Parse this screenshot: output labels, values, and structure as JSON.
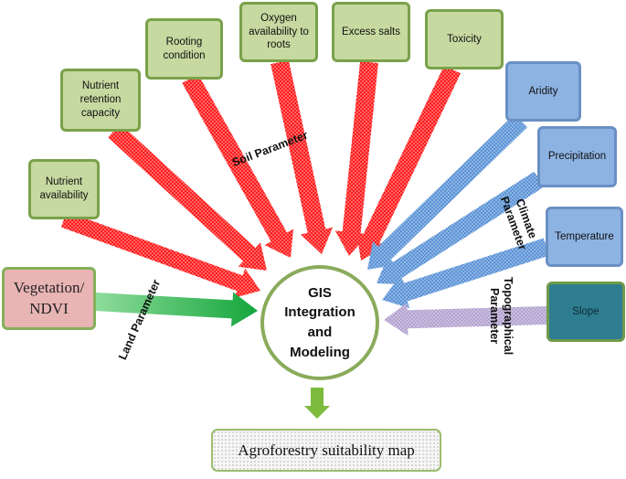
{
  "nodes": {
    "nutrient_availability": "Nutrient availability",
    "nutrient_retention": "Nutrient retention capacity",
    "rooting_condition": "Rooting condition",
    "oxygen": "Oxygen availability to roots",
    "excess_salts": "Excess salts",
    "toxicity": "Toxicity",
    "aridity": "Aridity",
    "precipitation": "Precipitation",
    "temperature": "Temperature",
    "slope": "Slope",
    "vegetation": "Vegetation/ NDVI"
  },
  "center": {
    "line1": "GIS",
    "line2": "Integration",
    "line3": "and",
    "line4": "Modeling"
  },
  "output": "Agroforestry suitability map",
  "group_labels": {
    "soil": "Soil Parameter",
    "land": "Land Parameter",
    "climate_line1": "Climate",
    "climate_line2": "Parameter",
    "topo_line1": "Topographical",
    "topo_line2": "Parameter"
  },
  "colors": {
    "soil_arrow": "#ff1a1a",
    "climate_arrow": "#5b93d6",
    "land_arrow": "#22b04a",
    "topo_arrow": "#b3a4cf",
    "output_arrow": "#7dbb3c"
  }
}
